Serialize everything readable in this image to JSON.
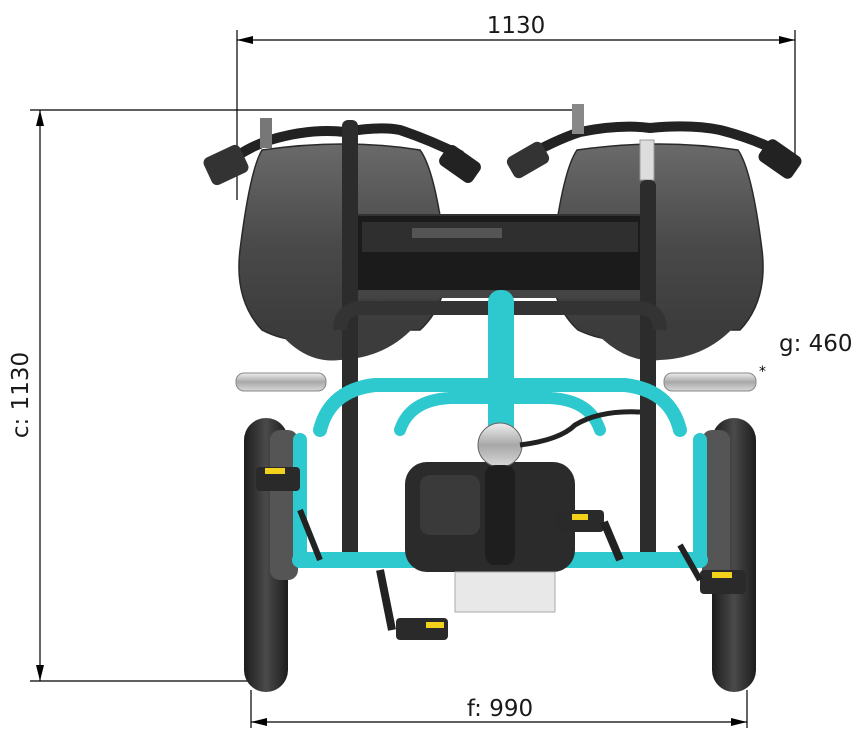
{
  "dimensions": {
    "overall_width": "1130",
    "height": "c: 1130",
    "track": "f: 990",
    "seat_height": "g: 460"
  },
  "colors": {
    "frame": "#2ec9cf",
    "tire": "#2b2b2b",
    "seat": "#4a4a4a",
    "pedal_reflector": "#f2d21a"
  },
  "icons": [
    "tandem-tricycle-drawing"
  ]
}
